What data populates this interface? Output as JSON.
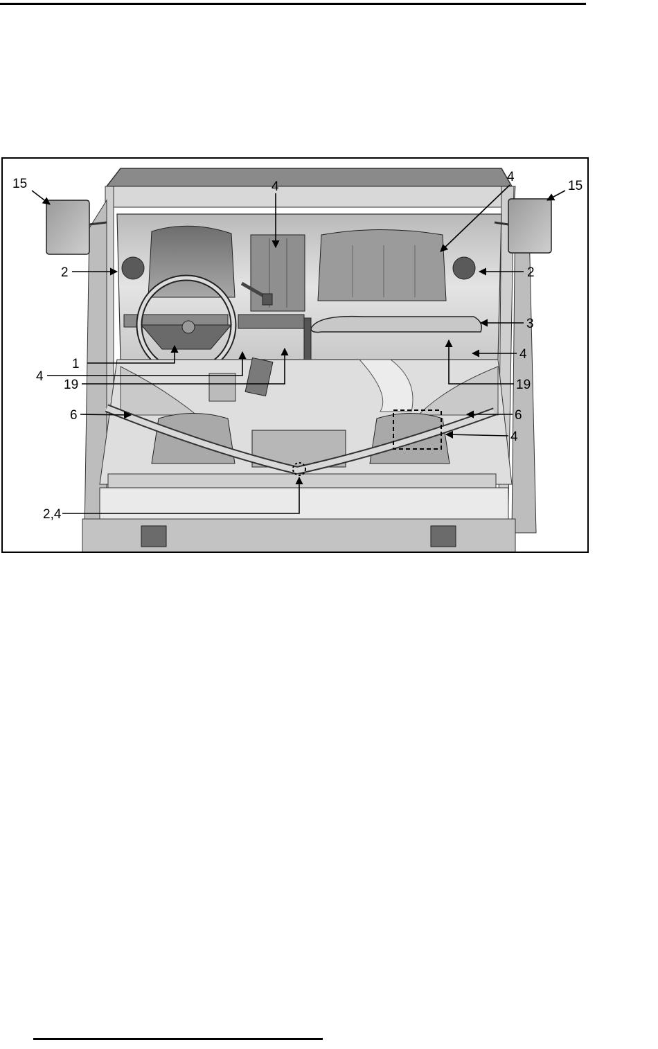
{
  "figure": {
    "callouts": [
      {
        "id": "c15-left",
        "label": "15"
      },
      {
        "id": "c15-right",
        "label": "15"
      },
      {
        "id": "c4-top-center",
        "label": "4"
      },
      {
        "id": "c4-top-right",
        "label": "4"
      },
      {
        "id": "c2-left",
        "label": "2"
      },
      {
        "id": "c2-right",
        "label": "2"
      },
      {
        "id": "c3",
        "label": "3"
      },
      {
        "id": "c1",
        "label": "1"
      },
      {
        "id": "c4-right-mid",
        "label": "4"
      },
      {
        "id": "c4-left-lower",
        "label": "4"
      },
      {
        "id": "c19-left",
        "label": "19"
      },
      {
        "id": "c19-right",
        "label": "19"
      },
      {
        "id": "c6-left",
        "label": "6"
      },
      {
        "id": "c6-right",
        "label": "6"
      },
      {
        "id": "c4-right-lower",
        "label": "4"
      },
      {
        "id": "c24-bottom",
        "label": "2,4"
      }
    ]
  }
}
